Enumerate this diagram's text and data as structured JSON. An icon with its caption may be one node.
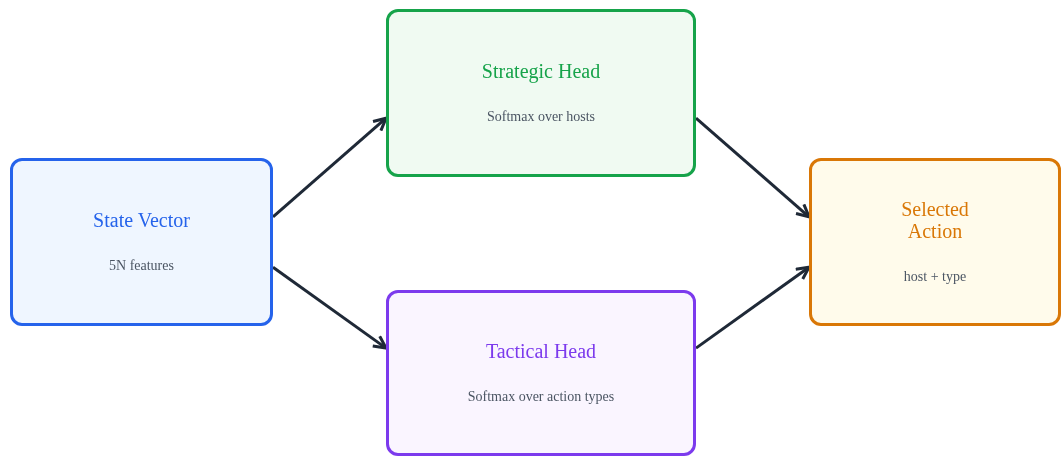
{
  "diagram": {
    "nodes": [
      {
        "text": [
          "State Vector",
          "5N features"
        ]
      },
      {
        "text": [
          "Strategic Head",
          "Softmax over hosts"
        ]
      },
      {
        "text": [
          "Tactical Head",
          "Softmax over action types"
        ]
      },
      {
        "text": [
          "Selected Action",
          "host + type"
        ]
      }
    ],
    "edges": [
      {
        "from": 0,
        "to": 1,
        "arrow": "to"
      },
      {
        "from": 0,
        "to": 2,
        "arrow": "to"
      },
      {
        "from": 1,
        "to": 3,
        "arrow": "to"
      },
      {
        "from": 2,
        "to": 3,
        "arrow": "to"
      }
    ]
  }
}
